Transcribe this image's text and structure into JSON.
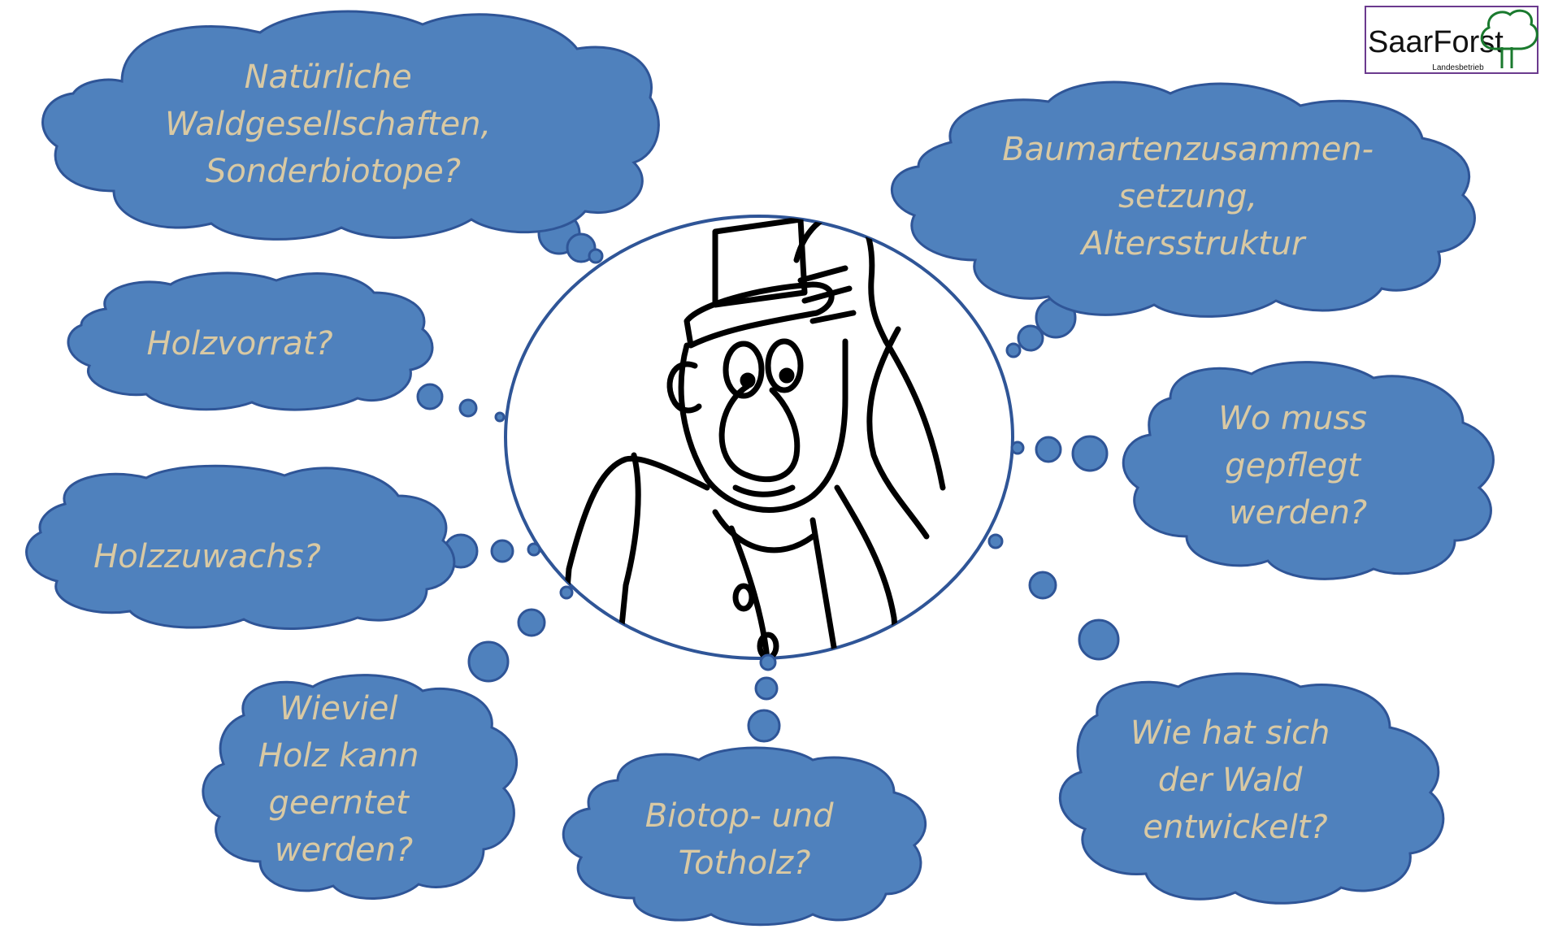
{
  "colors": {
    "cloud_fill": "#4f81bd",
    "cloud_stroke": "#2f5597",
    "cloud_text": "#d9c9a3",
    "circle_stroke": "#2f5597",
    "logo_green": "#1a7a2e",
    "logo_border": "#6b3a8e"
  },
  "logo": {
    "name": "SaarForst",
    "subtitle": "Landesbetrieb",
    "icon": "tree-icon"
  },
  "center": {
    "illustration": "puzzled-forester-scratching-head"
  },
  "clouds": {
    "natural_communities": [
      "Natürliche",
      "Waldgesellschaften,",
      "Sonderbiotope?"
    ],
    "species_composition": [
      "Baumartenzusammen-",
      "setzung,",
      "Altersstruktur"
    ],
    "wood_stock": [
      "Holzvorrat?"
    ],
    "care": [
      "Wo muss",
      "gepflegt",
      "werden?"
    ],
    "growth": [
      "Holzzuwachs?"
    ],
    "harvest": [
      "Wieviel",
      "Holz kann",
      "geerntet",
      "werden?"
    ],
    "biotope_deadwood": [
      "Biotop- und",
      "Totholz?"
    ],
    "development": [
      "Wie hat sich",
      "der Wald",
      "entwickelt?"
    ]
  }
}
